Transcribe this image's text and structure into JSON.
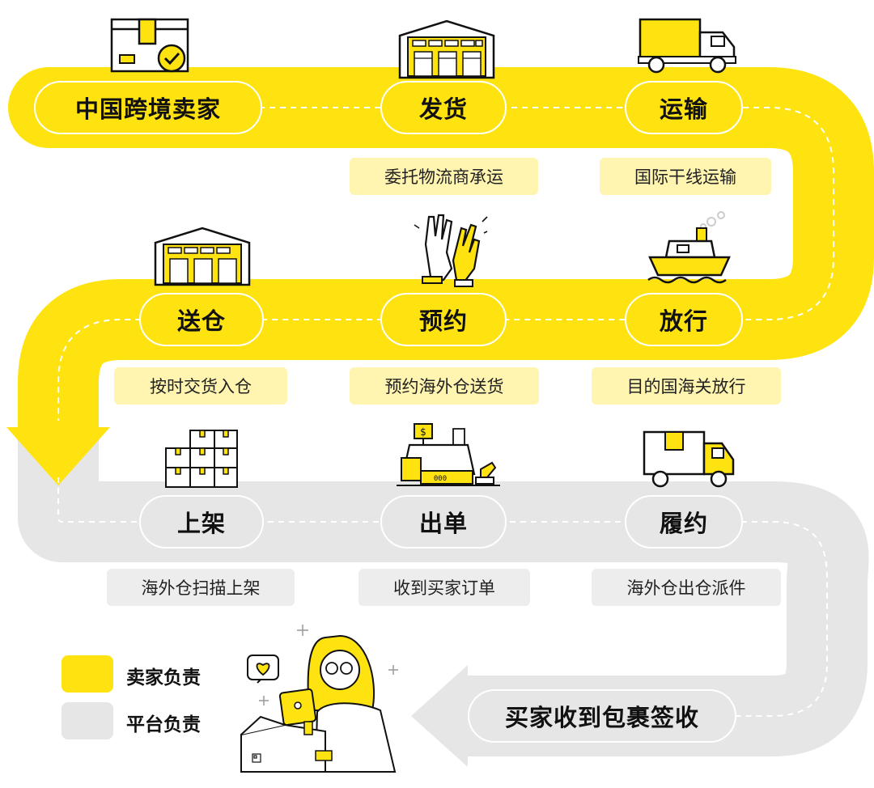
{
  "colors": {
    "seller": "#FFE310",
    "platform": "#E6E6E6",
    "seller_light": "#FFF4B0",
    "platform_light": "#EDEDED",
    "ink": "#111111"
  },
  "steps": [
    {
      "label": "中国跨境卖家",
      "sub": "",
      "owner": "seller",
      "icon": "parcel-check-icon"
    },
    {
      "label": "发货",
      "sub": "委托物流商承运",
      "owner": "seller",
      "icon": "warehouse-icon"
    },
    {
      "label": "运输",
      "sub": "国际干线运输",
      "owner": "seller",
      "icon": "truck-icon"
    },
    {
      "label": "放行",
      "sub": "目的国海关放行",
      "owner": "seller",
      "icon": "ship-icon"
    },
    {
      "label": "预约",
      "sub": "预约海外仓送货",
      "owner": "seller",
      "icon": "high-five-icon"
    },
    {
      "label": "送仓",
      "sub": "按时交货入仓",
      "owner": "seller",
      "icon": "warehouse-icon"
    },
    {
      "label": "上架",
      "sub": "海外仓扫描上架",
      "owner": "platform",
      "icon": "stacked-boxes-icon"
    },
    {
      "label": "出单",
      "sub": "收到买家订单",
      "owner": "platform",
      "icon": "cash-register-icon"
    },
    {
      "label": "履约",
      "sub": "海外仓出仓派件",
      "owner": "platform",
      "icon": "delivery-truck-icon"
    },
    {
      "label": "买家收到包裹签收",
      "sub": "",
      "owner": "platform",
      "icon": "woman-unboxing-icon"
    }
  ],
  "legend": [
    {
      "label": "卖家负责",
      "owner": "seller"
    },
    {
      "label": "平台负责",
      "owner": "platform"
    }
  ],
  "cash_symbol": "$",
  "register_display": "000"
}
